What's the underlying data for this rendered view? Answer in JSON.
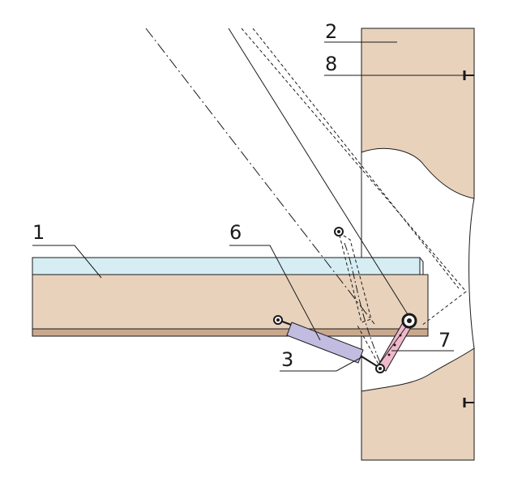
{
  "diagram": {
    "labels": {
      "part_1": "1",
      "part_2": "2",
      "part_3": "3",
      "part_6": "6",
      "part_7": "7",
      "part_8": "8"
    },
    "colors": {
      "wood": "#e8d2bc",
      "wood_dark": "#c9a98e",
      "glass": "#d6eef3",
      "stay_cylinder": "#c2bce0",
      "link_arm": "#f0b8cb",
      "line": "#1a1a1a"
    }
  }
}
